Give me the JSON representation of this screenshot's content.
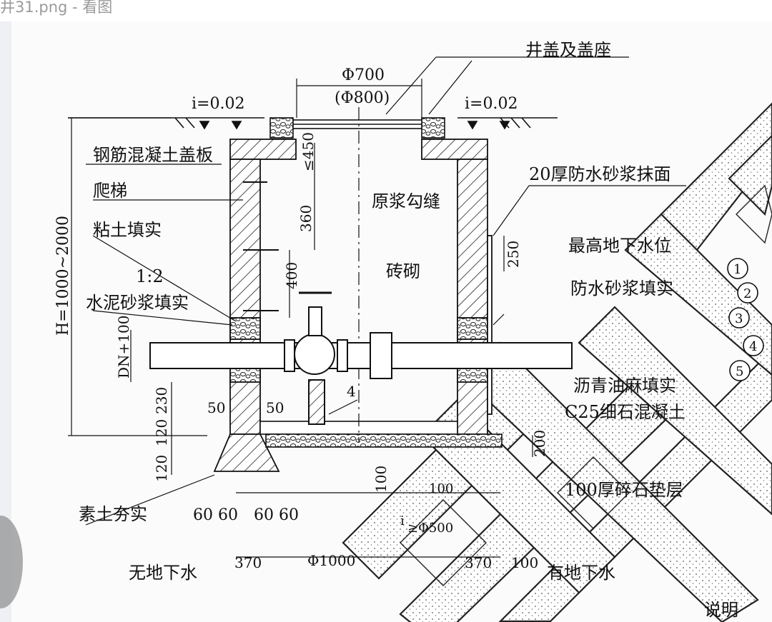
{
  "window": {
    "title": "井31.png - 看图"
  },
  "drawing": {
    "labels": {
      "cover_seat": "井盖及盖座",
      "phi700": "Φ700",
      "phi800": "(Φ800)",
      "slope_left": "i=0.02",
      "slope_right": "i=0.02",
      "slab": "钢筋混凝土盖板",
      "ladder": "爬梯",
      "clay_fill": "粘土填实",
      "mortar_ratio": "1:2",
      "mortar_fill": "水泥砂浆填实",
      "plaster": "20厚防水砂浆抹面",
      "pointing": "原浆勾缝",
      "groundwater": "最高地下水位",
      "brick": "砖砌",
      "waterproof_fill": "防水砂浆填实",
      "asphalt_fill": "沥青油麻填实",
      "c25": "C25细石混凝土",
      "gravel": "100厚碎石垫层",
      "rammed": "素土夯实",
      "no_water": "无地下水",
      "has_water": "有地下水",
      "note": "说明",
      "height_range": "H=1000~2000",
      "dim_450": "≤450",
      "dim_360": "360",
      "dim_400": "400",
      "dim_250": "250",
      "dim_dn": "DN+100",
      "dim_230": "230",
      "dim_120a": "120",
      "dim_120b": "120",
      "dim_50a": "50",
      "dim_50b": "50",
      "dim_4": "4",
      "dim_200": "200",
      "dim_100": "100",
      "dim_60a": "60 60",
      "dim_60b": "60 60",
      "dim_370a": "370",
      "dim_370b": "370",
      "dim_1000": "Φ1000",
      "dim_1500": "≥Φ500",
      "dim_100b": "100",
      "dim_100c": "100",
      "dim_i": "i",
      "circle_1": "1",
      "circle_2": "2",
      "circle_3": "3",
      "circle_4": "4",
      "circle_5": "5"
    }
  }
}
